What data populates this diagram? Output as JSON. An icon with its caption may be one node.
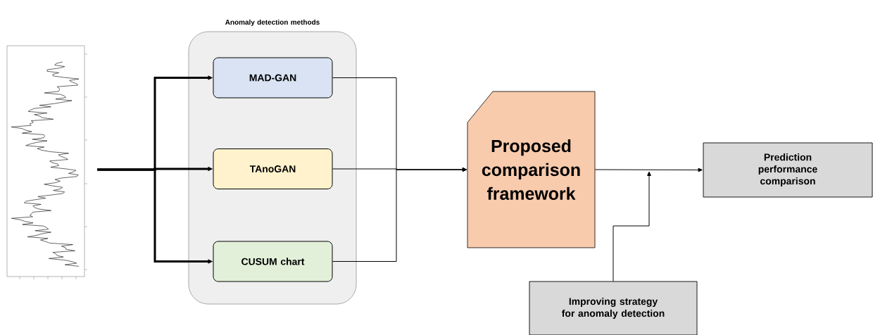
{
  "diagram": {
    "nodes": [
      {
        "text": [],
        "shape": "picture"
      },
      {
        "text": [
          "Anomaly detection methods"
        ]
      },
      {
        "text": [
          "MAD-GAN"
        ],
        "in": 1
      },
      {
        "text": [
          "TAnoGAN"
        ],
        "in": 1
      },
      {
        "text": [
          "CUSUM chart"
        ],
        "in": 1
      },
      {
        "text": [
          "Proposed comparison framework"
        ]
      },
      {
        "text": [
          "Prediction performance comparison"
        ]
      },
      {
        "text": [
          "Improving strategy for anomaly detection"
        ]
      }
    ],
    "edges": [
      {
        "from": 0,
        "to": 2,
        "arrow": "to",
        "style": "thick"
      },
      {
        "from": 0,
        "to": 3,
        "arrow": "to",
        "style": "thick"
      },
      {
        "from": 0,
        "to": 4,
        "arrow": "to",
        "style": "thick"
      },
      {
        "from": 2,
        "to": 5,
        "arrow": "to"
      },
      {
        "from": 3,
        "to": 5,
        "arrow": "to"
      },
      {
        "from": 4,
        "to": 5,
        "arrow": "to"
      },
      {
        "from": 5,
        "to": 6,
        "arrow": "to"
      },
      {
        "from": 7,
        "to": null,
        "arrow": "to"
      }
    ]
  }
}
